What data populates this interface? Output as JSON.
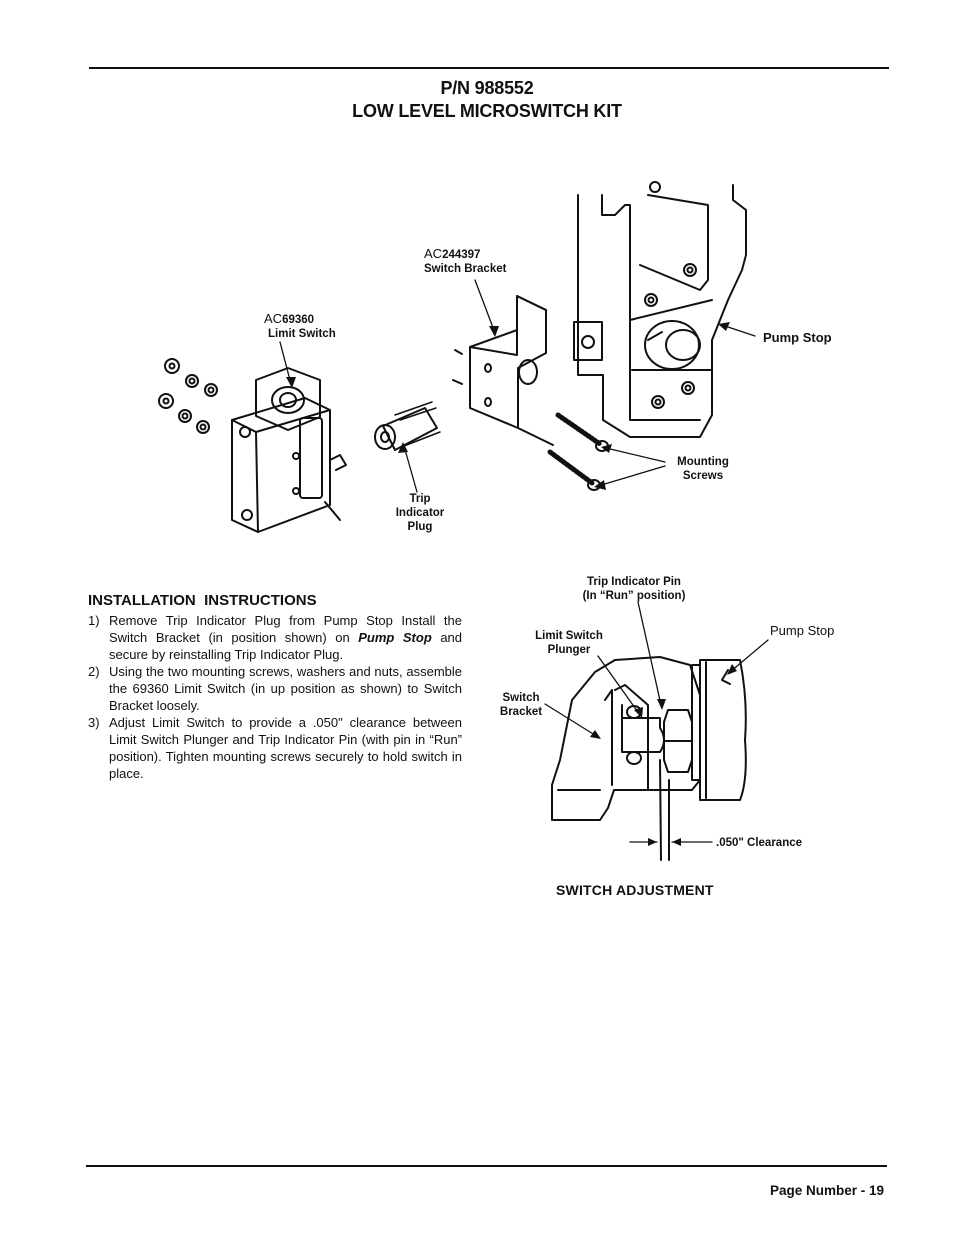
{
  "header": {
    "part_number": "P/N 988552",
    "kit_title": "LOW LEVEL MICROSWITCH KIT"
  },
  "exploded_view": {
    "bracket_prefix": "AC",
    "bracket_number": "244397",
    "bracket_name": "Switch Bracket",
    "switch_prefix": "AC",
    "switch_number": "69360",
    "switch_name": "Limit Switch",
    "pump_stop": "Pump Stop",
    "mounting_screws": [
      "Mounting",
      "Screws"
    ],
    "trip_plug": [
      "Trip",
      "Indicator",
      "Plug"
    ]
  },
  "instructions": {
    "heading": "INSTALLATION  INSTRUCTIONS",
    "steps": [
      {
        "num": "1)",
        "pre": "Remove Trip Indicator Plug from Pump Stop Install the Switch Bracket (in position shown) on ",
        "emph": "Pump Stop",
        "post": " and secure by reinstalling Trip Indicator Plug."
      },
      {
        "num": "2)",
        "pre": "Using the two mounting screws, washers and nuts, assemble the 69360 Limit Switch (in up position as shown) to Switch Bracket loosely.",
        "emph": "",
        "post": ""
      },
      {
        "num": "3)",
        "pre": "Adjust Limit Switch to provide a .050\" clearance between Limit Switch Plunger and Trip Indicator Pin (with pin in “Run” position). Tighten mounting screws securely to hold switch in place.",
        "emph": "",
        "post": ""
      }
    ]
  },
  "adjustment_view": {
    "trip_pin": [
      "Trip Indicator Pin",
      "(In “Run” position)"
    ],
    "plunger": [
      "Limit Switch",
      "Plunger"
    ],
    "bracket": [
      "Switch",
      "Bracket"
    ],
    "pump_stop": "Pump Stop",
    "clearance": ".050\" Clearance",
    "caption": "SWITCH ADJUSTMENT"
  },
  "footer": {
    "page_number": "Page Number - 19"
  }
}
